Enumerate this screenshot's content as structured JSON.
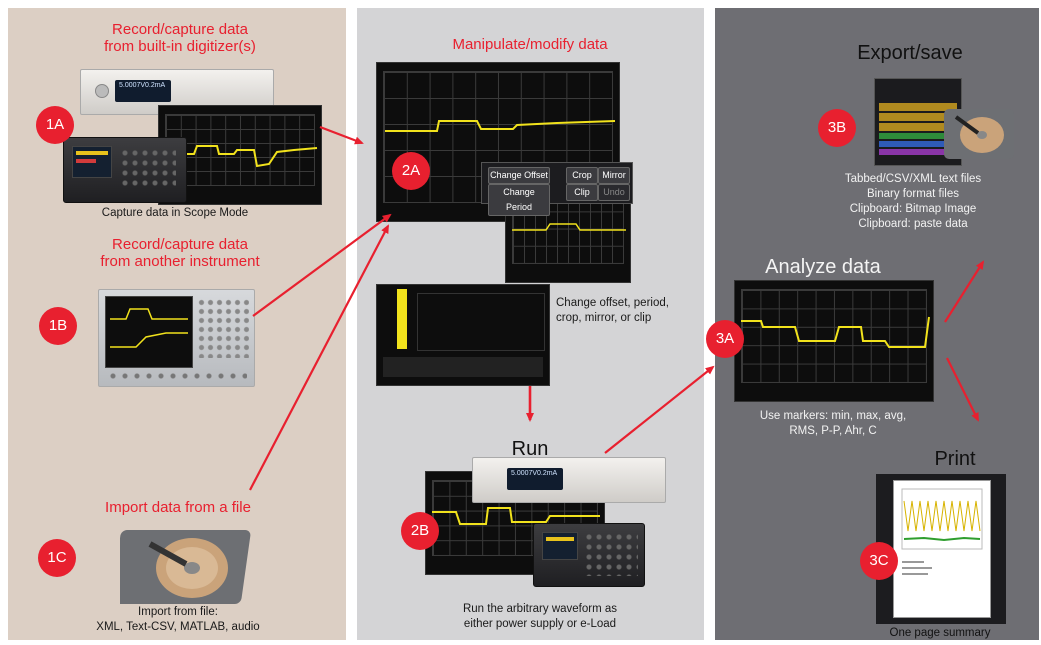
{
  "panels": {
    "left": {
      "1A": {
        "badge": "1A",
        "heading": [
          "Record/capture data",
          "from built-in digitizer(s)"
        ],
        "caption": "Capture data in Scope Mode",
        "screen_value_1": "5.0007V",
        "screen_value_2": "0.2mA"
      },
      "1B": {
        "badge": "1B",
        "heading": [
          "Record/capture data",
          "from another instrument"
        ]
      },
      "1C": {
        "badge": "1C",
        "heading": "Import data from a file",
        "caption": [
          "Import from file:",
          "XML, Text-CSV, MATLAB, audio"
        ]
      }
    },
    "middle": {
      "2A": {
        "badge": "2A",
        "heading": "Manipulate/modify data",
        "caption": [
          "Change offset, period,",
          "crop, mirror, or clip"
        ],
        "buttons": [
          "Change Offset",
          "Crop",
          "Mirror",
          "Change Period",
          "Clip",
          "Undo"
        ]
      },
      "2B": {
        "badge": "2B",
        "heading": "Run",
        "caption": [
          "Run the arbitrary waveform as",
          "either power supply or e-Load"
        ],
        "screen_value_1": "5.0007V",
        "screen_value_2": "0.2mA"
      }
    },
    "right": {
      "3B": {
        "badge": "3B",
        "heading": "Export/save",
        "caption": [
          "Tabbed/CSV/XML text files",
          "Binary format files",
          "Clipboard: Bitmap Image",
          "Clipboard: paste data"
        ]
      },
      "3A": {
        "badge": "3A",
        "heading": "Analyze data",
        "caption": [
          "Use markers: min, max, avg,",
          "RMS, P-P, Ahr, C"
        ]
      },
      "3C": {
        "badge": "3C",
        "heading": "Print",
        "caption": "One page summary"
      }
    }
  },
  "colors": {
    "accent": "#e8202f",
    "trace": "#f1e21c",
    "left_bg": "#dccfc4",
    "middle_bg": "#d4d4d6",
    "right_bg": "#6e6e73"
  }
}
